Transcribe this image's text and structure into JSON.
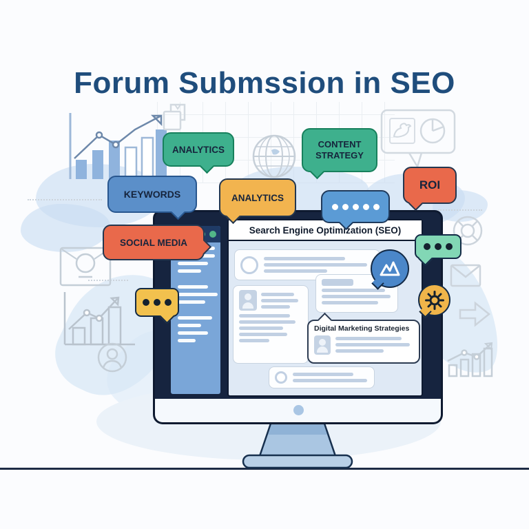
{
  "title": "Forum Submssion in SEO",
  "bubbles": {
    "analytics_top": "ANALYTICS",
    "content_strategy": "CONTENT STRATEGY",
    "keywords": "KEYWORDS",
    "analytics_mid": "ANALYTICS",
    "roi": "ROI",
    "social_media": "SOCIAL MEDIA"
  },
  "monitor_screen": {
    "browser_title": "Search Engine Optimization (SEO)",
    "forum_card_title": "Digital Marketing Strategies"
  },
  "colors": {
    "title_text": "#1f4d7c",
    "green_bubble": "#3eb08d",
    "blue_bubble": "#5b8fc9",
    "yellow_bubble": "#f2b44f",
    "orange_red_bubble": "#e9694b",
    "light_blue_dots_bubble": "#5b9bd5",
    "mint_dots_bubble": "#82d7b5",
    "yellow_dots_bubble": "#f2c14e",
    "monitor_frame": "#16243f",
    "sidebar_blue": "#7aa6d8",
    "traffic_dot_1": "#e0604d",
    "traffic_dot_2": "#e8a33d",
    "traffic_dot_3": "#52b788",
    "traffic_dot_4": "#52b788"
  },
  "icons": {
    "growth_bar_chart": "ascending bars with trend arrow",
    "bookmark": "page bookmark outline",
    "globe": "wireframe globe",
    "twitter_bird": "bird in framed speech bubble",
    "pie_chart": "pie chart",
    "email_avatar": "envelope with user circle",
    "outline_growth_chart": "outline bars with arrow",
    "user": "person in circle",
    "wheel": "spoked wheel",
    "envelope": "mail envelope",
    "arrow_right": "block arrow right",
    "letter_a": "white A-mountain glyph in blue circle",
    "gear": "gear burst in yellow circle",
    "ellipsis": "typing dots",
    "camera_dot": "monitor camera dot"
  }
}
